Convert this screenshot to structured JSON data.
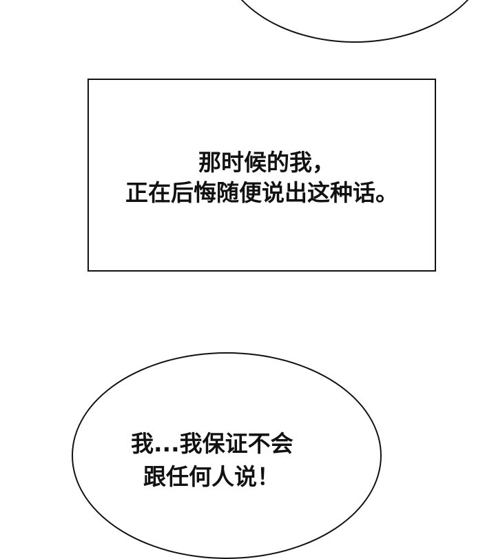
{
  "panels": {
    "top_bubble": {
      "text": ""
    },
    "narration_box": {
      "lines": [
        "那时候的我，",
        "正在后悔随便说出这种话。"
      ]
    },
    "speech_bubble": {
      "lines": [
        "我...我保证不会",
        "跟任何人说！"
      ]
    }
  },
  "colors": {
    "background": "#ffffff",
    "ink": "#111111"
  }
}
